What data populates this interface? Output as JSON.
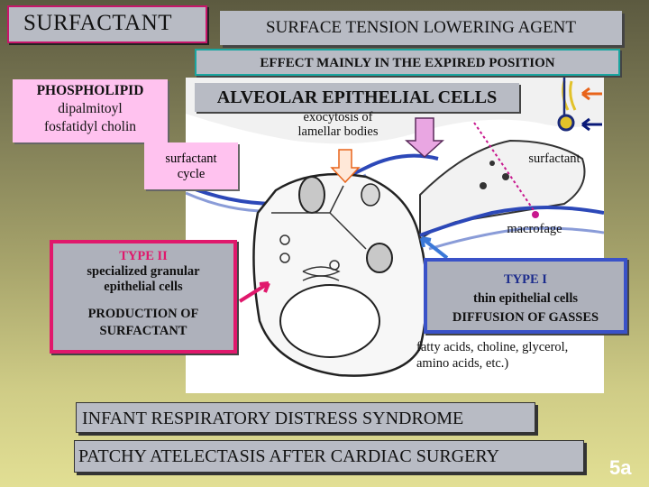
{
  "header": {
    "title": "SURFACTANT",
    "subtitle": "SURFACE TENSION  LOWERING  AGENT",
    "effect": "EFFECT MAINLY IN THE EXPIRED POSITION"
  },
  "phospholipid": {
    "line1": "PHOSPHOLIPID",
    "line2": "dipalmitoyl",
    "line3": "fosfatidyl cholin"
  },
  "diagram": {
    "heading": "ALVEOLAR EPITHELIAL CELLS",
    "exocytosis_line1": "exocytosis of",
    "exocytosis_line2": "lamellar bodies",
    "surfactant_label": "surfactant",
    "macrofage_label": "macrofage",
    "cycle_line1": "surfactant",
    "cycle_line2": "cycle"
  },
  "type2": {
    "title": "TYPE   II",
    "desc_line1": "specialized granular",
    "desc_line2": "epithelial cells",
    "prod_line1": "PRODUCTION OF",
    "prod_line2": "SURFACTANT"
  },
  "type1": {
    "title": "TYPE   I",
    "desc": "thin epithelial cells",
    "diffusion": "DIFFUSION OF GASSES"
  },
  "fatty": {
    "line1": "fatty acids, choline, glycerol,",
    "line2": "amino acids, etc.)"
  },
  "footer": {
    "infant": "INFANT RESPIRATORY DISTRESS SYNDROME",
    "patchy": "PATCHY ATELECTASIS AFTER CARDIAC SURGERY",
    "slide_number": "5a"
  },
  "colors": {
    "pink_box": "#ffc2ef",
    "gray_box": "#b8bbc4",
    "type2_border": "#e0186c",
    "type1_border": "#3a52c8",
    "arrow_orange": "#e8641a",
    "arrow_navy": "#0a1a78",
    "arrow_blue": "#3a78d8",
    "arrow_magenta": "#e0186c"
  }
}
